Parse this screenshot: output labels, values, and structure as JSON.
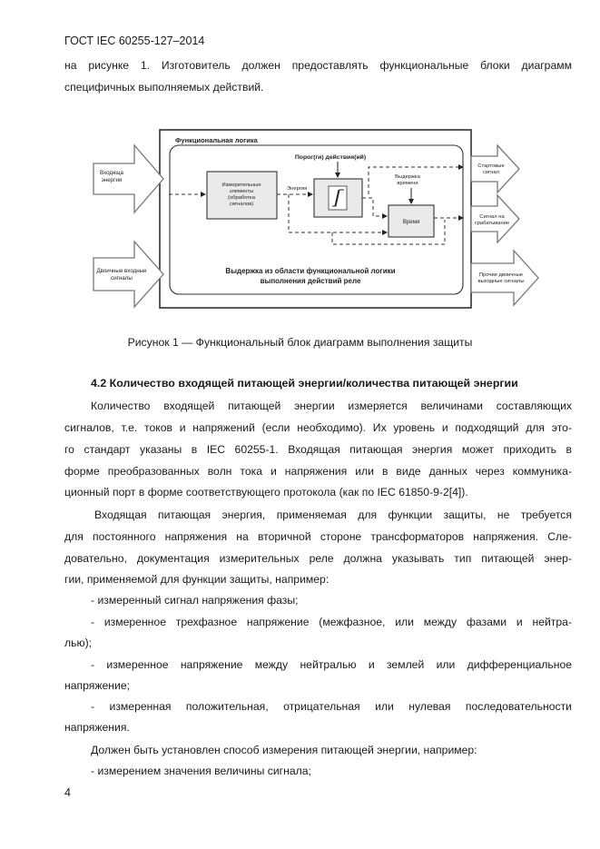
{
  "header": "ГОСТ IEC 60255-127–2014",
  "intro": [
    "на рисунке 1. Изготовитель должен предоставлять функциональные блоки диаграмм",
    "специфичных выполняемых действий."
  ],
  "figure": {
    "title": "Функциональная логика",
    "input_energy": [
      "Входяща",
      "энергия"
    ],
    "binary_inputs": [
      "Двоичные входные",
      "сигналы"
    ],
    "measuring": [
      "Измерительные",
      "элементы",
      "(обработка",
      "сигналов)"
    ],
    "energy_label": "Энергия",
    "threshold": "Порог(ги) действия(ий)",
    "delay_label": [
      "Выдержка",
      "времени"
    ],
    "time_label": "Время",
    "bottom": [
      "Выдержка из области функциональной логики",
      "выполнения действий реле"
    ],
    "out_start": [
      "Стартовые",
      "сигнал"
    ],
    "out_trip": [
      "Сигнал на",
      "срабатывание"
    ],
    "out_binary": [
      "Прочие двоичные",
      "выходные сигналы"
    ],
    "caption": "Рисунок 1 — Функциональный блок диаграмм выполнения защиты"
  },
  "section_title": "4.2 Количество входящей питающей энергии/количества питающей энергии",
  "lines": [
    "Количество входящей питающей энергии измеряется величинами составляющих",
    "сигналов, т.е. токов и напряжений (если необходимо). Их уровень и подходящий для это-",
    "го стандарт указаны в IEC 60255-1. Входящая питающая энергия может приходить в",
    "форме преобразованных волн тока и напряжения или в виде данных через коммуника-",
    "ционный порт в форме соответствующего протокола (как по IEC 61850-9-2[4]).",
    "Входящая питающая энергия, применяемая для функции защиты, не требуется",
    "для постоянного напряжения на вторичной стороне трансформаторов напряжения. Сле-",
    "довательно, документация измерительных реле должна указывать тип питающей энер-",
    "гии, применяемой для функции защиты, например:",
    "- измеренный сигнал напряжения фазы;",
    "- измеренное трехфазное напряжение (межфазное, или между фазами и нейтра-",
    "лью);",
    "- измеренное напряжение между нейтралью и землей или дифференциальное",
    "напряжение;",
    "- измеренная положительная, отрицательная или нулевая последовательности",
    "напряжения.",
    "Должен быть установлен способ измерения питающей энергии, например:",
    "- измерением значения величины сигнала;"
  ],
  "page_number": "4"
}
